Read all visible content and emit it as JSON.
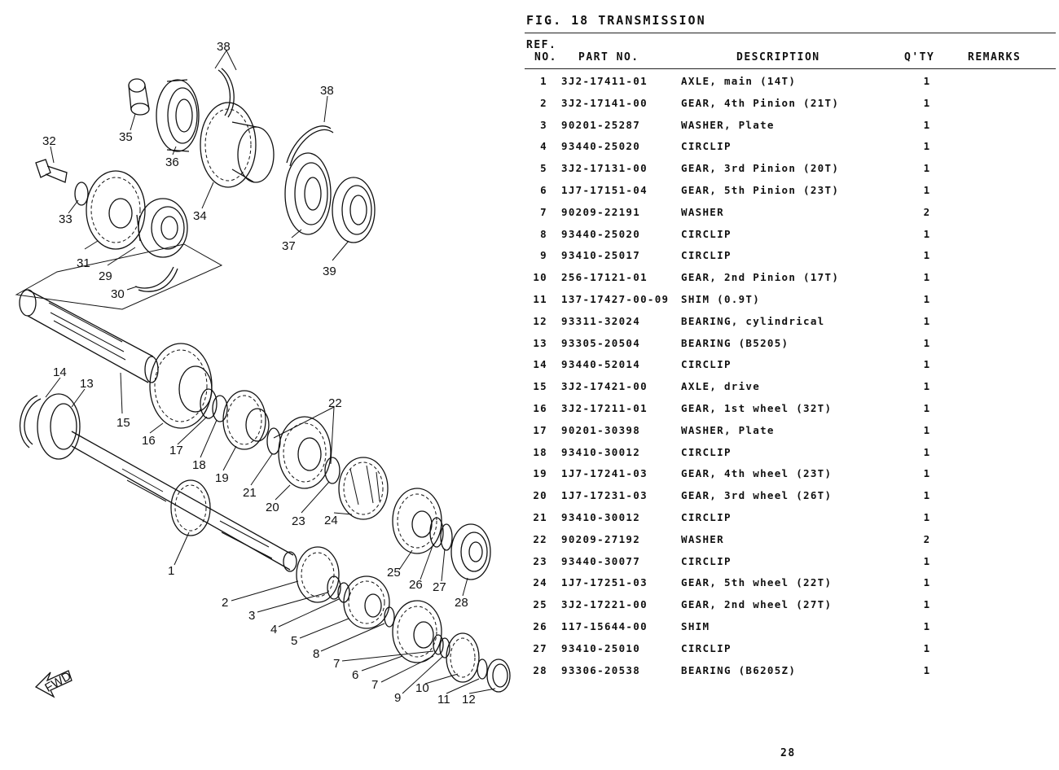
{
  "page": {
    "fig_title": "FIG. 18  TRANSMISSION",
    "page_number": "28"
  },
  "table": {
    "headers": {
      "ref_line1": "REF.",
      "ref_line2": "NO.",
      "part_no": "PART NO.",
      "description": "DESCRIPTION",
      "qty": "Q'TY",
      "remarks": "REMARKS"
    },
    "rows": [
      {
        "no": "1",
        "part": "3J2-17411-01",
        "desc": "AXLE, main (14T)",
        "qty": "1"
      },
      {
        "no": "2",
        "part": "3J2-17141-00",
        "desc": "GEAR, 4th Pinion (21T)",
        "qty": "1"
      },
      {
        "no": "3",
        "part": "90201-25287",
        "desc": "WASHER, Plate",
        "qty": "1"
      },
      {
        "no": "4",
        "part": "93440-25020",
        "desc": "CIRCLIP",
        "qty": "1"
      },
      {
        "no": "5",
        "part": "3J2-17131-00",
        "desc": "GEAR, 3rd Pinion (20T)",
        "qty": "1"
      },
      {
        "no": "6",
        "part": "1J7-17151-04",
        "desc": "GEAR, 5th Pinion (23T)",
        "qty": "1"
      },
      {
        "no": "7",
        "part": "90209-22191",
        "desc": "WASHER",
        "qty": "2"
      },
      {
        "no": "8",
        "part": "93440-25020",
        "desc": "CIRCLIP",
        "qty": "1"
      },
      {
        "no": "9",
        "part": "93410-25017",
        "desc": "CIRCLIP",
        "qty": "1"
      },
      {
        "no": "10",
        "part": "256-17121-01",
        "desc": "GEAR, 2nd Pinion (17T)",
        "qty": "1"
      },
      {
        "no": "11",
        "part": "137-17427-00-09",
        "desc": "SHIM (0.9T)",
        "qty": "1"
      },
      {
        "no": "12",
        "part": "93311-32024",
        "desc": "BEARING, cylindrical",
        "qty": "1"
      },
      {
        "no": "13",
        "part": "93305-20504",
        "desc": "BEARING (B5205)",
        "qty": "1"
      },
      {
        "no": "14",
        "part": "93440-52014",
        "desc": "CIRCLIP",
        "qty": "1"
      },
      {
        "no": "15",
        "part": "3J2-17421-00",
        "desc": "AXLE, drive",
        "qty": "1"
      },
      {
        "no": "16",
        "part": "3J2-17211-01",
        "desc": "GEAR, 1st wheel (32T)",
        "qty": "1"
      },
      {
        "no": "17",
        "part": "90201-30398",
        "desc": "WASHER, Plate",
        "qty": "1"
      },
      {
        "no": "18",
        "part": "93410-30012",
        "desc": "CIRCLIP",
        "qty": "1"
      },
      {
        "no": "19",
        "part": "1J7-17241-03",
        "desc": "GEAR, 4th wheel (23T)",
        "qty": "1"
      },
      {
        "no": "20",
        "part": "1J7-17231-03",
        "desc": "GEAR, 3rd wheel (26T)",
        "qty": "1"
      },
      {
        "no": "21",
        "part": "93410-30012",
        "desc": "CIRCLIP",
        "qty": "1"
      },
      {
        "no": "22",
        "part": "90209-27192",
        "desc": "WASHER",
        "qty": "2"
      },
      {
        "no": "23",
        "part": "93440-30077",
        "desc": "CIRCLIP",
        "qty": "1"
      },
      {
        "no": "24",
        "part": "1J7-17251-03",
        "desc": "GEAR, 5th wheel (22T)",
        "qty": "1"
      },
      {
        "no": "25",
        "part": "3J2-17221-00",
        "desc": "GEAR, 2nd wheel (27T)",
        "qty": "1"
      },
      {
        "no": "26",
        "part": "117-15644-00",
        "desc": "SHIM",
        "qty": "1"
      },
      {
        "no": "27",
        "part": "93410-25010",
        "desc": "CIRCLIP",
        "qty": "1"
      },
      {
        "no": "28",
        "part": "93306-20538",
        "desc": "BEARING (B6205Z)",
        "qty": "1"
      }
    ]
  },
  "diagram": {
    "callouts": [
      "1",
      "2",
      "3",
      "4",
      "5",
      "6",
      "7",
      "7",
      "8",
      "9",
      "10",
      "11",
      "12",
      "13",
      "14",
      "15",
      "16",
      "17",
      "18",
      "19",
      "20",
      "21",
      "22",
      "23",
      "24",
      "25",
      "26",
      "27",
      "28",
      "29",
      "30",
      "31",
      "32",
      "33",
      "34",
      "35",
      "36",
      "37",
      "38",
      "38",
      "39"
    ],
    "fwd_label": "FWD"
  }
}
